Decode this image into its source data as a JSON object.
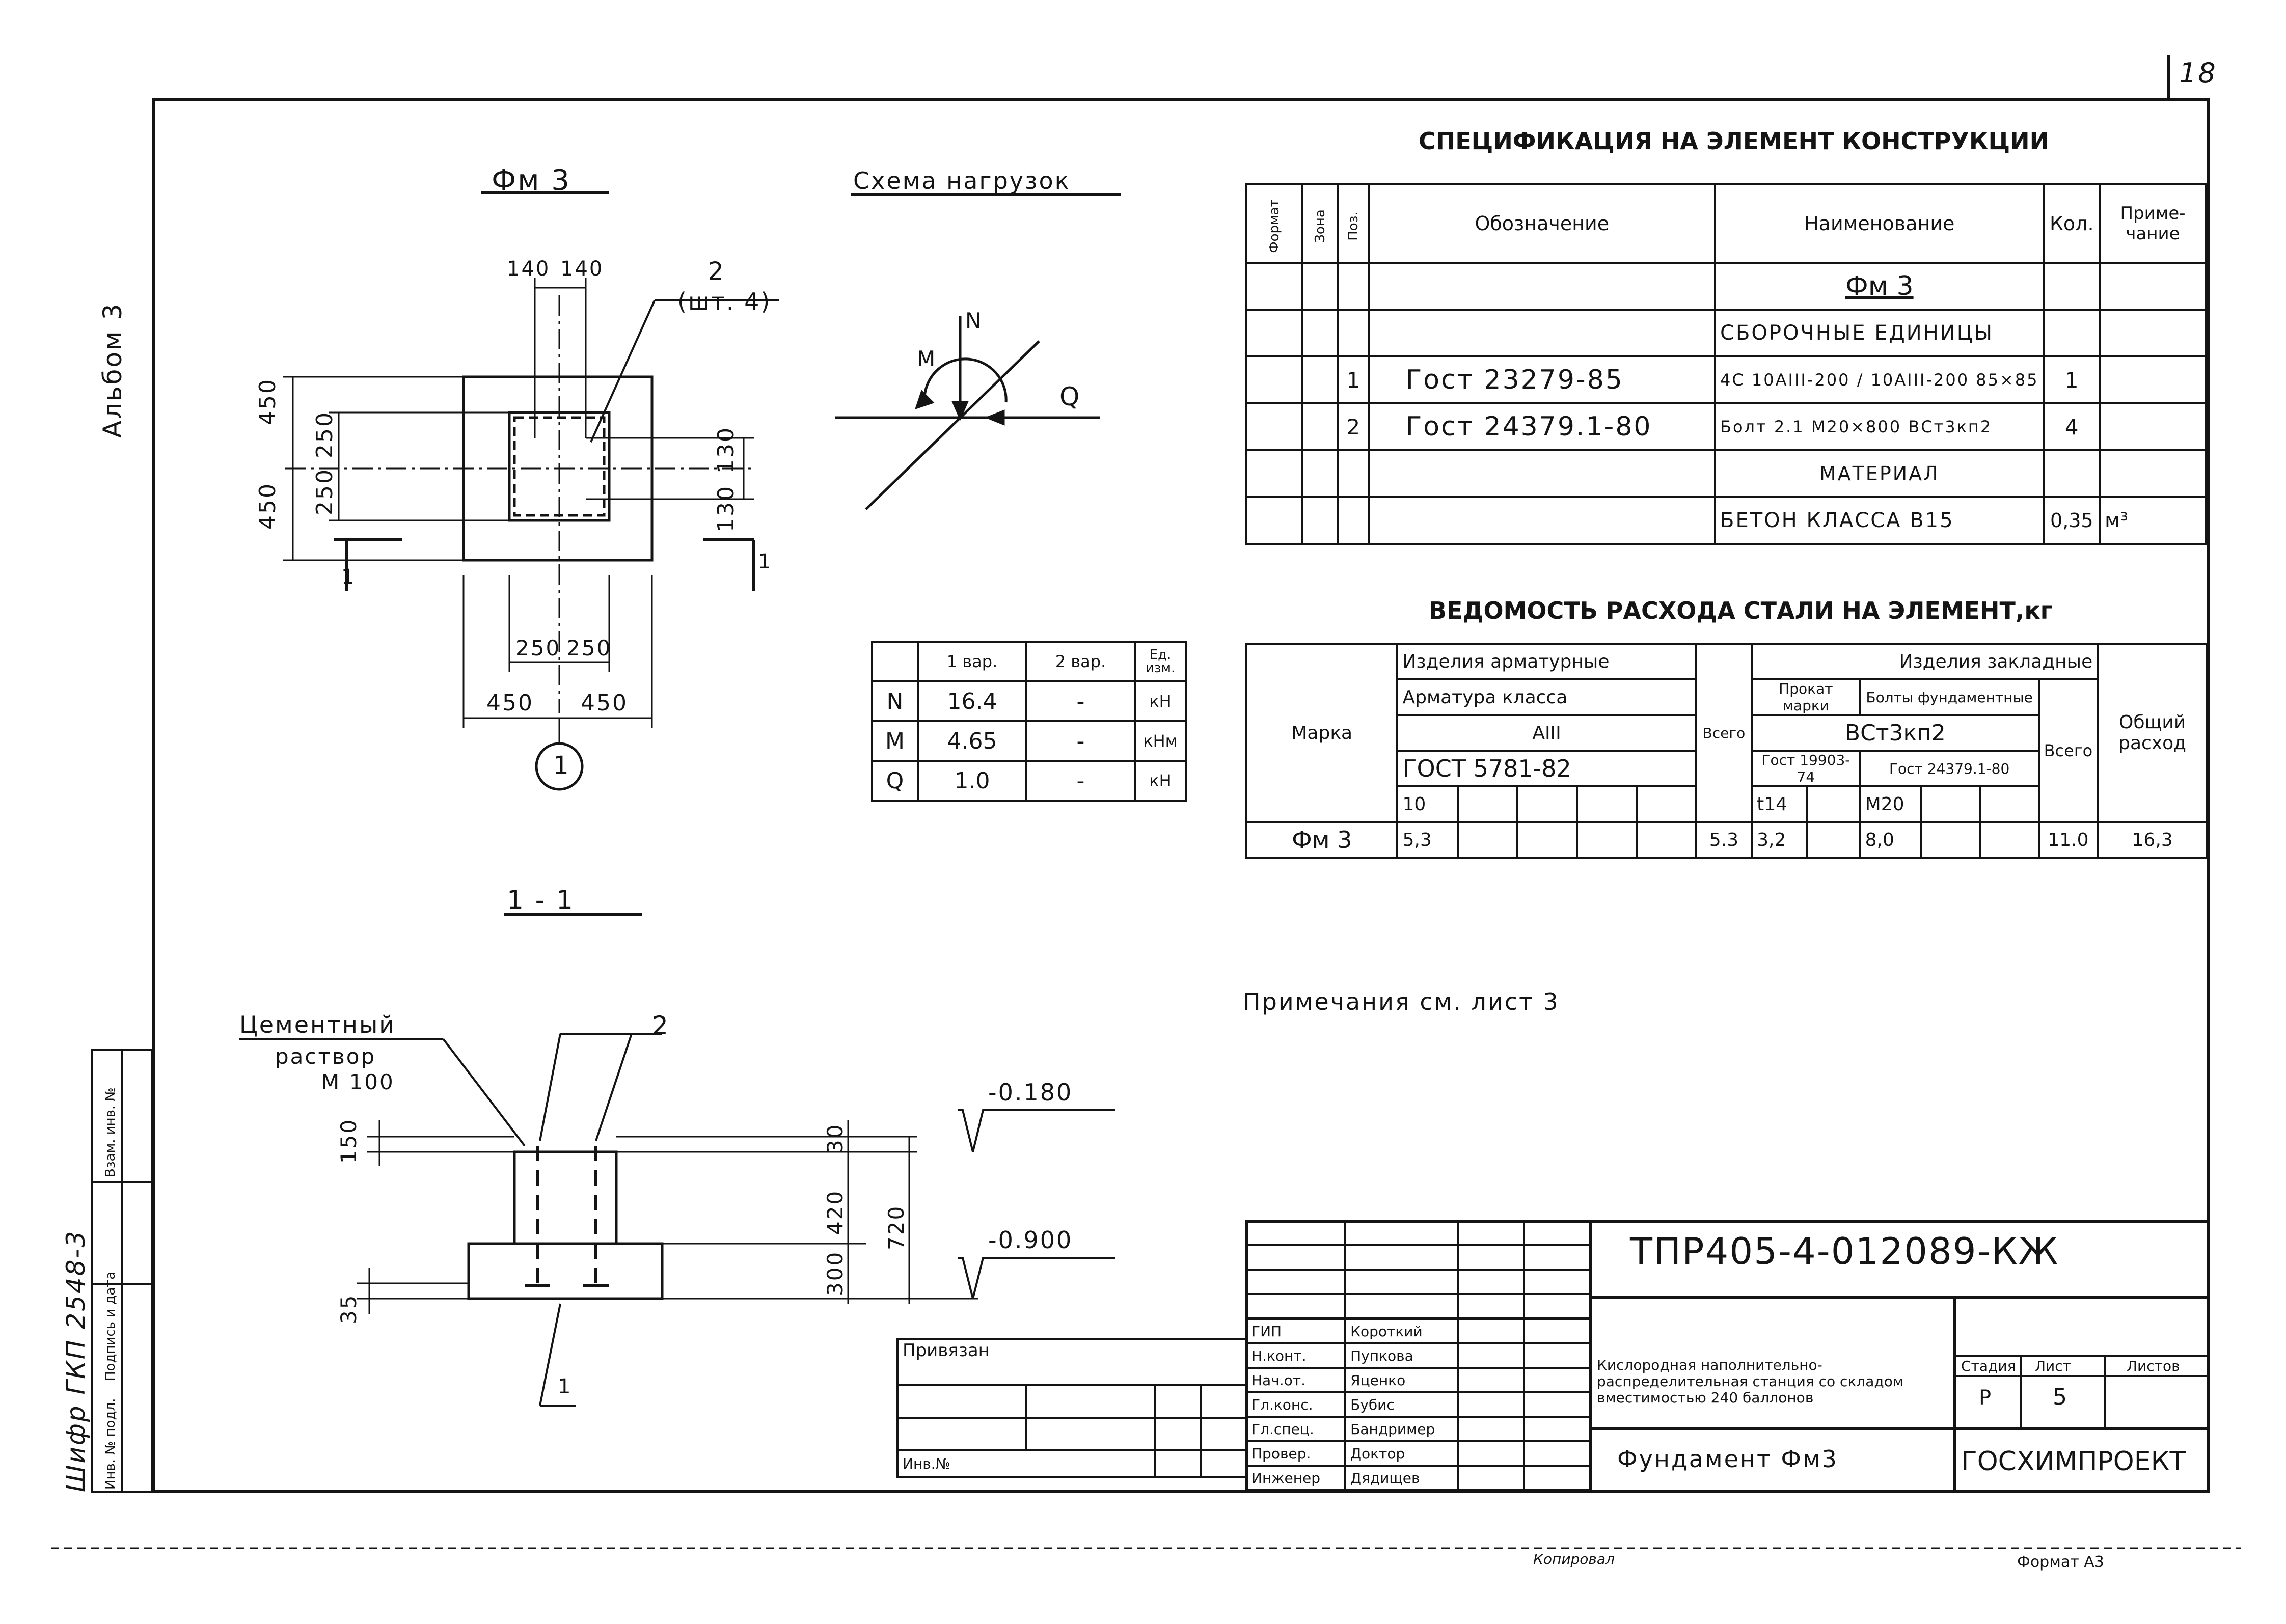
{
  "page_number": "18",
  "album": "Альбом 3",
  "cipher": "Шифр ГКП 2548-3",
  "left_stamp": [
    "Инв. № подл.",
    "Подпись и дата",
    "Взам. инв. №"
  ],
  "plan": {
    "title": "Фм 3",
    "dims_top": [
      "140",
      "140"
    ],
    "callout": {
      "num": "2",
      "qty": "(шт. 4)"
    },
    "dims_left_outer": [
      "450",
      "450"
    ],
    "dims_left_inner": [
      "250",
      "250"
    ],
    "dims_right": [
      "130",
      "130"
    ],
    "dims_bottom_inner": [
      "250",
      "250"
    ],
    "dims_bottom_outer": [
      "450",
      "450"
    ],
    "axis": "1",
    "section_mark": "1"
  },
  "scheme": {
    "title": "Схема нагрузок",
    "labels": {
      "n": "N",
      "m": "M",
      "q": "Q"
    }
  },
  "load_table": {
    "headers": [
      "",
      "1 вар.",
      "2 вар.",
      "Ед. изм."
    ],
    "rows": [
      [
        "N",
        "16.4",
        "-",
        "кН"
      ],
      [
        "M",
        "4.65",
        "-",
        "кНм"
      ],
      [
        "Q",
        "1.0",
        "-",
        "кН"
      ]
    ]
  },
  "section": {
    "title": "1 - 1",
    "mortar": [
      "Цементный",
      "раствор",
      "М 100"
    ],
    "callout": "2",
    "dims": [
      "150",
      "30",
      "420",
      "300",
      "720",
      "35"
    ],
    "levels": [
      "-0.180",
      "-0.900"
    ],
    "mark": "1"
  },
  "spec": {
    "title": "СПЕЦИФИКАЦИЯ НА ЭЛЕМЕНТ КОНСТРУКЦИИ",
    "headers": {
      "format": "Формат",
      "zone": "Зона",
      "pos": "Поз.",
      "designation": "Обозначение",
      "name": "Наименование",
      "qty": "Кол.",
      "note": "Приме-чание"
    },
    "group": "Фм 3",
    "assemblies": "СБОРОЧНЫЕ ЕДИНИЦЫ",
    "rows": [
      {
        "pos": "1",
        "designation": "Гост 23279-85",
        "name": "4С 10АIII-200 / 10АIII-200 85×85",
        "qty": "1",
        "note": ""
      },
      {
        "pos": "2",
        "designation": "Гост 24379.1-80",
        "name": "Болт 2.1 М20×800 ВСт3кп2",
        "qty": "4",
        "note": ""
      }
    ],
    "materials": "МАТЕРИАЛ",
    "material_row": {
      "name": "БЕТОН КЛАССА В15",
      "qty": "0,35",
      "note": "м³"
    }
  },
  "steel": {
    "title": "ВЕДОМОСТЬ РАСХОДА СТАЛИ НА ЭЛЕМЕНТ,кг",
    "marka": "Марка",
    "rebar": "Изделия арматурные",
    "embedded": "Изделия закладные",
    "rebar_class": "Арматура класса",
    "class": "АIII",
    "gost": "ГОСТ 5781-82",
    "total": "Всего",
    "prokat": "Прокат марки",
    "bolts": "Болты фундаментные",
    "steel_grade": "ВСт3кп2",
    "gost_prokat": "Гост 19903-74",
    "gost_bolt": "Гост 24379.1-80",
    "sizes": {
      "rebar": "10",
      "plate": "t14",
      "bolt": "М20"
    },
    "total_header": "Всего",
    "general": "Общий расход",
    "row": {
      "mark": "Фм 3",
      "rebar10": "5,3",
      "rebar_total": "5.3",
      "plate": "3,2",
      "bolt": "8,0",
      "emb_total": "11.0",
      "general": "16,3"
    }
  },
  "notes": "Примечания см. лист 3",
  "title_block": {
    "code": "ТПР405-4-012089-КЖ",
    "attached": "Привязан",
    "inv": "Инв.№",
    "roles": [
      "ГИП",
      "Н.конт.",
      "Нач.от.",
      "Гл.конс.",
      "Гл.спец.",
      "Провер.",
      "Инженер"
    ],
    "names": [
      "Короткий",
      "Пупкова",
      "Яценко",
      "Бубис",
      "Бандример",
      "Доктор",
      "Дядищев"
    ],
    "object": "Кислородная наполнительно-распределительная станция со складом вместимостью 240 баллонов",
    "drawing": "Фундамент Фм3",
    "stage_h": "Стадия",
    "sheet_h": "Лист",
    "sheets_h": "Листов",
    "stage": "Р",
    "sheet": "5",
    "org": "ГОСХИМПРОЕКТ"
  },
  "copied": "Копировал",
  "format": "Формат А3"
}
